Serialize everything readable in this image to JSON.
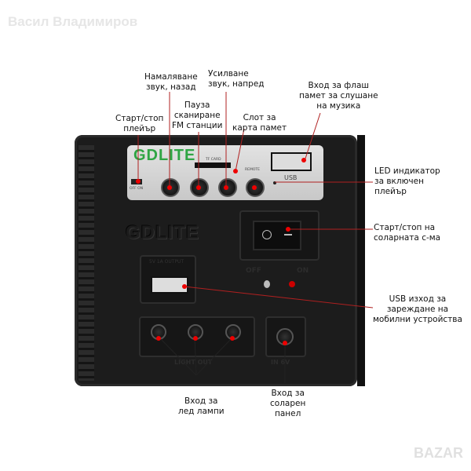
{
  "watermark": "Васил Владимиров",
  "device": {
    "brand": "GDLITE",
    "embossed_brand": "GDLITE",
    "tf_card": "TF CARD",
    "usb": "USB",
    "off": "OFF",
    "on": "ON",
    "switch_off_label": "OFF ON",
    "remote": "REMOTE",
    "led_out": "LIGHT OUT",
    "dc_in": "IN 6V",
    "usb_out": "5V 1A OUTPUT"
  },
  "labels": {
    "volume_down": "Намаляване\nзвук, назад",
    "volume_up": "Усилване\nзвук, напред",
    "flash_input": "Вход за флаш\nпамет за слушане\nна музика",
    "pause_scan": "Пауза\nсканиране\nFM станции",
    "card_slot": "Слот за\nкарта памет",
    "player_power": "Старт/стоп\nплейър",
    "led_indicator": "LED индикатор\nза включен\nплейър",
    "solar_power": "Старт/стоп на\nсоларната с-ма",
    "usb_output": "USB изход за\nзареждане на\nмобилни устройства",
    "led_lamps": "Вход за\nлед лампи",
    "solar_panel": "Вход за\nсоларен\nпанел"
  },
  "logo": "BAZAR",
  "colors": {
    "accent": "#e00000",
    "brand": "#2fa544"
  }
}
